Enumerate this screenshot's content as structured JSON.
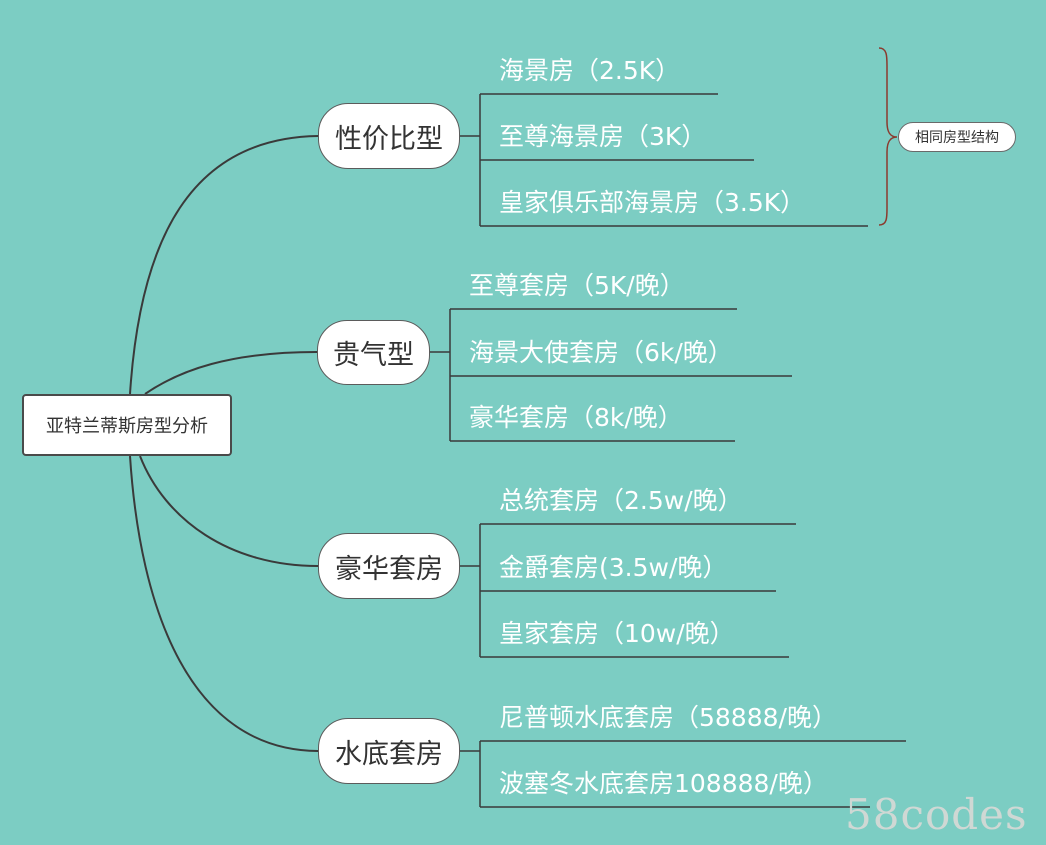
{
  "root": {
    "label": "亚特兰蒂斯房型分析"
  },
  "categories": [
    {
      "label": "性价比型",
      "items": [
        "海景房（2.5K）",
        "至尊海景房（3K）",
        "皇家俱乐部海景房（3.5K）"
      ]
    },
    {
      "label": "贵气型",
      "items": [
        "至尊套房（5K/晚）",
        "海景大使套房（6k/晚）",
        "豪华套房（8k/晚）"
      ]
    },
    {
      "label": "豪华套房",
      "items": [
        "总统套房（2.5w/晚）",
        "金爵套房(3.5w/晚）",
        "皇家套房（10w/晚）"
      ]
    },
    {
      "label": "水底套房",
      "items": [
        "尼普顿水底套房（58888/晚）",
        "波塞冬水底套房108888/晚）"
      ]
    }
  ],
  "note": {
    "label": "相同房型结构"
  },
  "watermark": "58codes",
  "colors": {
    "background": "#7ccdc3",
    "connector": "#3a3a3a",
    "leaf_text": "#ffffff",
    "bracket": "#8b3a2e"
  }
}
